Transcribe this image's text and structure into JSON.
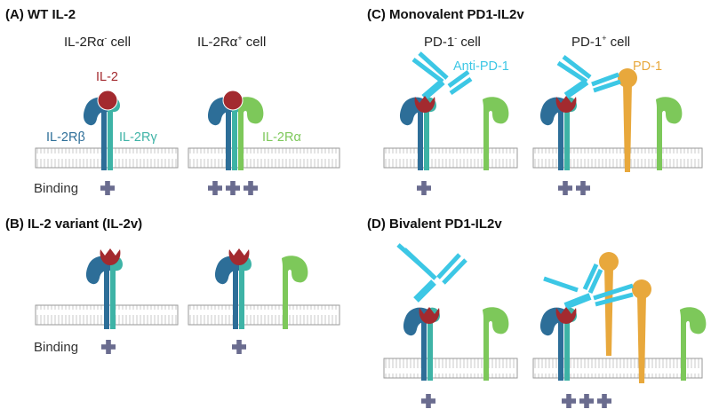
{
  "colors": {
    "il2": "#a32a2f",
    "beta": "#2d6e98",
    "gamma": "#3eb3a6",
    "alpha": "#7dc85a",
    "antipd1": "#3cc7e5",
    "pd1": "#e8a83c",
    "plus": "#6a6c8f",
    "membrane": "#9a9a9a"
  },
  "panelA": {
    "title": "(A) WT IL-2",
    "cell_left": {
      "text": "IL-2Rα",
      "sup": "-",
      "suffix": " cell"
    },
    "cell_right": {
      "text": "IL-2Rα",
      "sup": "+",
      "suffix": " cell"
    },
    "il2_label": "IL-2",
    "beta_label": "IL-2Rβ",
    "gamma_label": "IL-2Rγ",
    "alpha_label": "IL-2Rα",
    "binding_label": "Binding",
    "binding_left": 1,
    "binding_right": 3
  },
  "panelB": {
    "title": "(B) IL-2 variant (IL-2v)",
    "binding_label": "Binding",
    "binding_left": 1,
    "binding_right": 1
  },
  "panelC": {
    "title": "(C) Monovalent PD1-IL2v",
    "cell_left": {
      "text": "PD-1",
      "sup": "-",
      "suffix": " cell"
    },
    "cell_right": {
      "text": "PD-1",
      "sup": "+",
      "suffix": " cell"
    },
    "antipd1_label": "Anti-PD-1",
    "pd1_label": "PD-1",
    "binding_left": 1,
    "binding_right": 2
  },
  "panelD": {
    "title": "(D) Bivalent PD1-IL2v",
    "binding_left": 1,
    "binding_right": 3
  }
}
